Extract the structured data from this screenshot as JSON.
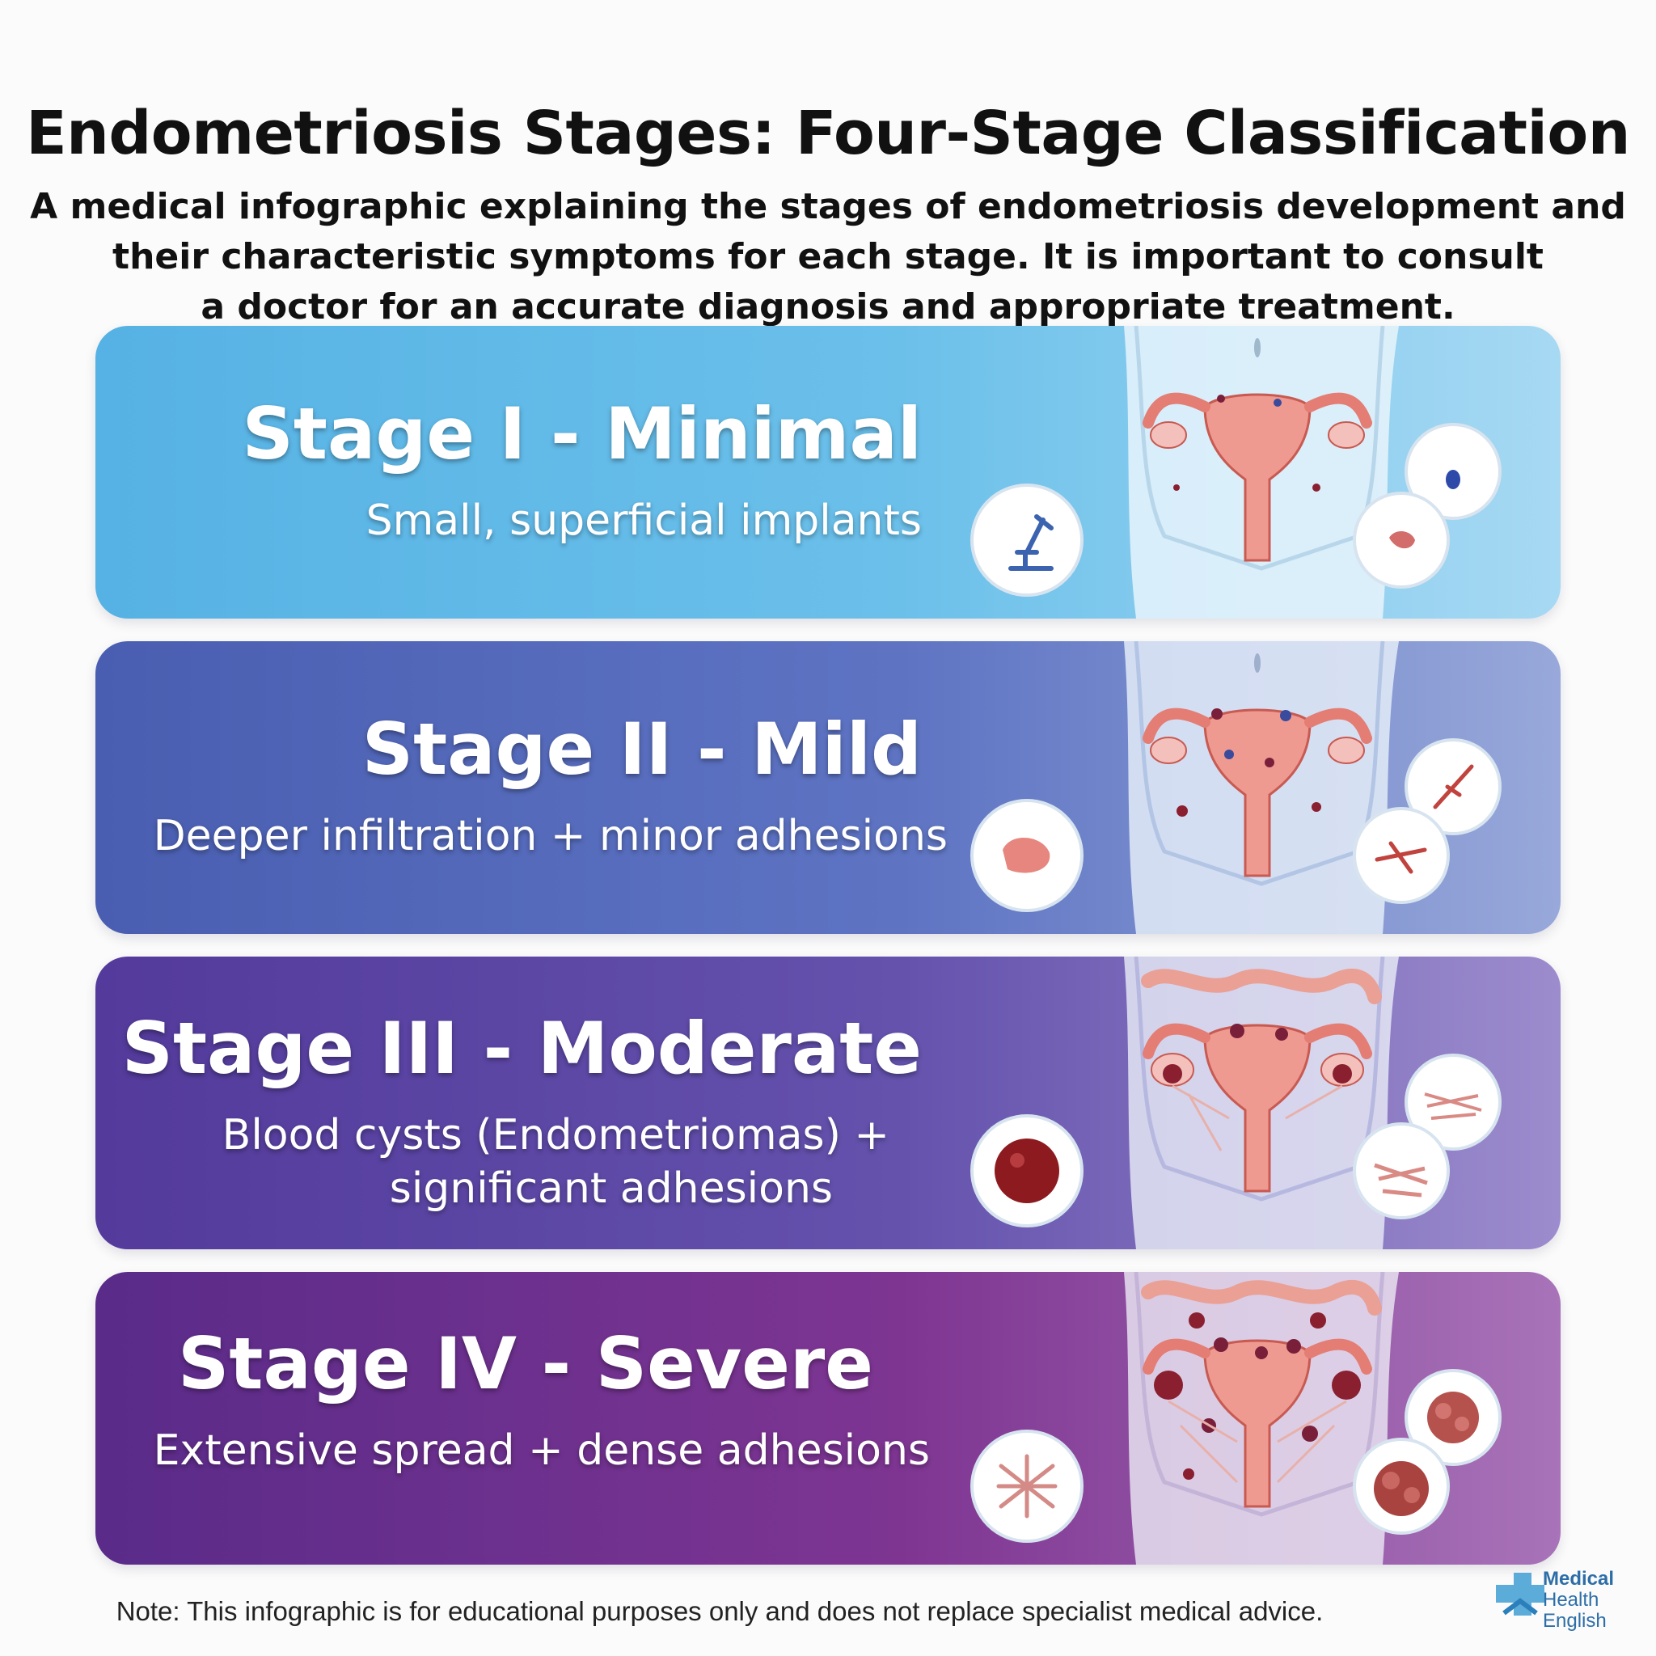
{
  "header": {
    "title": "Endometriosis Stages: Four-Stage Classification",
    "subtitle_lines": [
      "A medical infographic explaining the stages of endometriosis development and",
      "their characteristic symptoms for each stage. It is important to consult",
      "a doctor for an accurate diagnosis and appropriate treatment."
    ]
  },
  "stages": [
    {
      "title": "Stage I - Minimal",
      "desc_lines": [
        "Small, superficial implants"
      ],
      "color": "#56b2e4",
      "icon": "microscope-icon"
    },
    {
      "title": "Stage II - Mild",
      "desc_lines": [
        "Deeper infiltration + minor adhesions"
      ],
      "color": "#4a5eb1",
      "icon": "lesion-tissue-icon"
    },
    {
      "title": "Stage III - Moderate",
      "desc_lines": [
        "Blood cysts (Endometriomas) +",
        "significant adhesions"
      ],
      "color": "#533a9b",
      "icon": "blood-cyst-icon"
    },
    {
      "title": "Stage IV - Severe",
      "desc_lines": [
        "Extensive spread + dense adhesions"
      ],
      "color": "#5a2b89",
      "icon": "dense-adhesion-icon"
    }
  ],
  "footer": {
    "note": "Note: This infographic is for educational purposes only and does not replace specialist medical advice.",
    "logo_lines": [
      "Medical",
      "Health",
      "English"
    ]
  }
}
